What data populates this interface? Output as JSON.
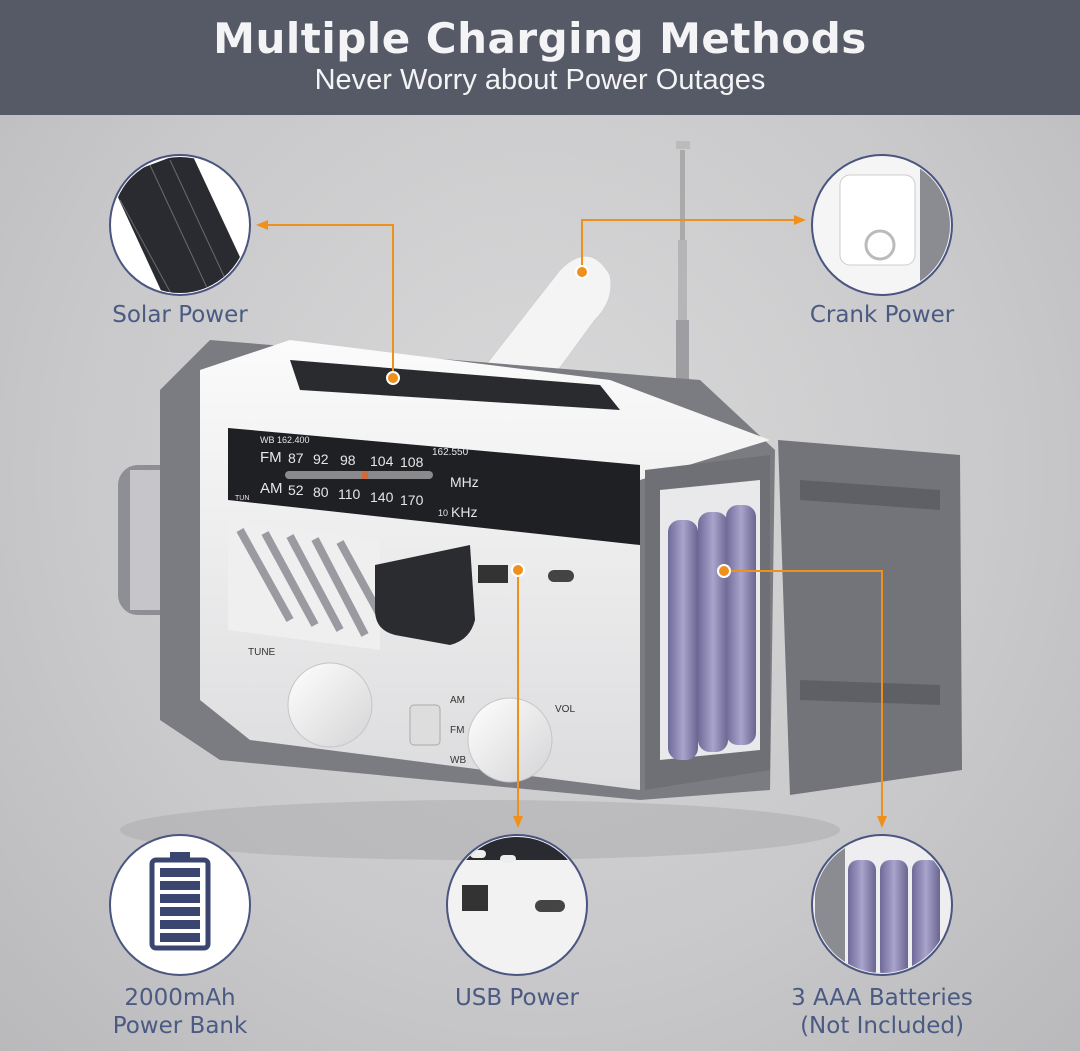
{
  "header": {
    "title": "Multiple Charging Methods",
    "subtitle": "Never Worry about Power Outages"
  },
  "features": [
    {
      "label": "Solar Power",
      "icon": "solar-panel-icon"
    },
    {
      "label": "Crank Power",
      "icon": "hand-crank-icon"
    },
    {
      "label_line1": "2000mAh",
      "label_line2": "Power Bank",
      "icon": "battery-full-icon"
    },
    {
      "label": "USB Power",
      "icon": "usb-port-icon"
    },
    {
      "label_line1": "3 AAA Batteries",
      "label_line2": "(Not Included)",
      "icon": "aaa-batteries-icon"
    }
  ],
  "radio_dial": {
    "wb_start": "WB 162.400",
    "wb_end": "162.550",
    "fm_label": "FM",
    "fm_values": [
      "87",
      "92",
      "98",
      "104",
      "108"
    ],
    "am_label": "AM",
    "am_values": [
      "52",
      "80",
      "110",
      "140",
      "170"
    ],
    "mhz": "MHz",
    "khz_prefix": "10",
    "khz": "KHz",
    "tun": "TUN",
    "tune": "TUNE",
    "vol": "VOL",
    "band_am": "AM",
    "band_fm": "FM",
    "band_wb": "WB"
  },
  "colors": {
    "header_bg": "#555a66",
    "label_text": "#4a5a82",
    "callout_orange": "#f0901c",
    "circle_border": "#4a5580"
  }
}
